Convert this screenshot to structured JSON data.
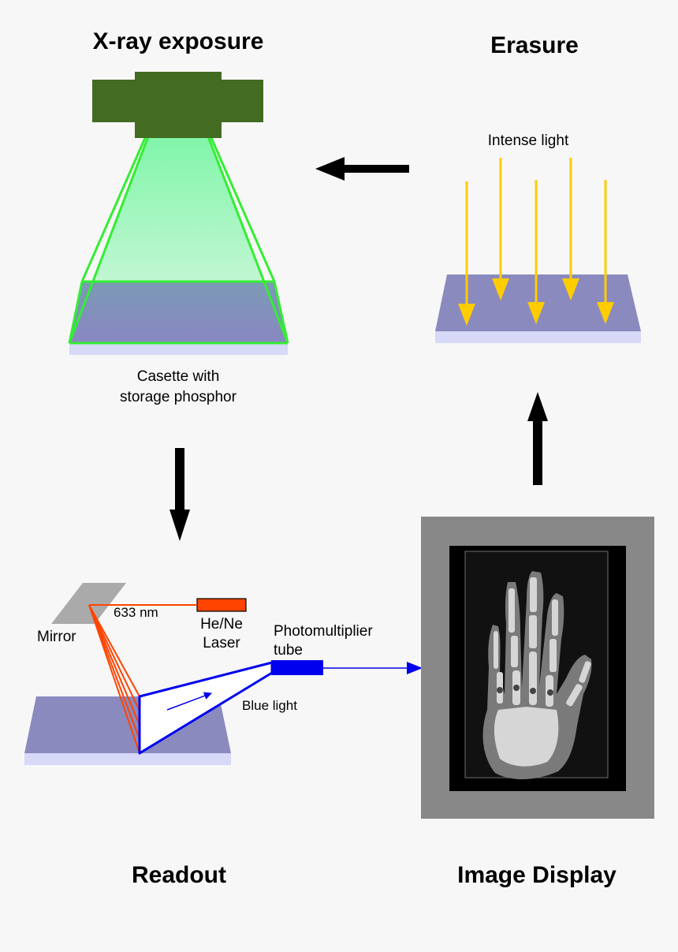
{
  "titles": {
    "xray": "X-ray exposure",
    "erasure": "Erasure",
    "readout": "Readout",
    "display": "Image Display"
  },
  "labels": {
    "cassette_line1": "Casette with",
    "cassette_line2": "storage phosphor",
    "intense_light": "Intense light",
    "mirror": "Mirror",
    "wavelength": "633 nm",
    "laser_line1": "He/Ne",
    "laser_line2": "Laser",
    "pmt_line1": "Photomultiplier",
    "pmt_line2": "tube",
    "blue_light": "Blue light"
  },
  "icons": {
    "xray_source": "xray-tube-icon",
    "hand_image": "hand-radiograph-icon"
  },
  "colors": {
    "xray_tube": "#436b21",
    "beam_green": "#33ee33",
    "phosphor_plate": "#8a8abf",
    "plate_base": "#d8d8f8",
    "intense_light": "#ffcc00",
    "laser": "#ff4400",
    "blue_light": "#0000ee",
    "arrow": "#000000",
    "display_frame": "#888888"
  }
}
